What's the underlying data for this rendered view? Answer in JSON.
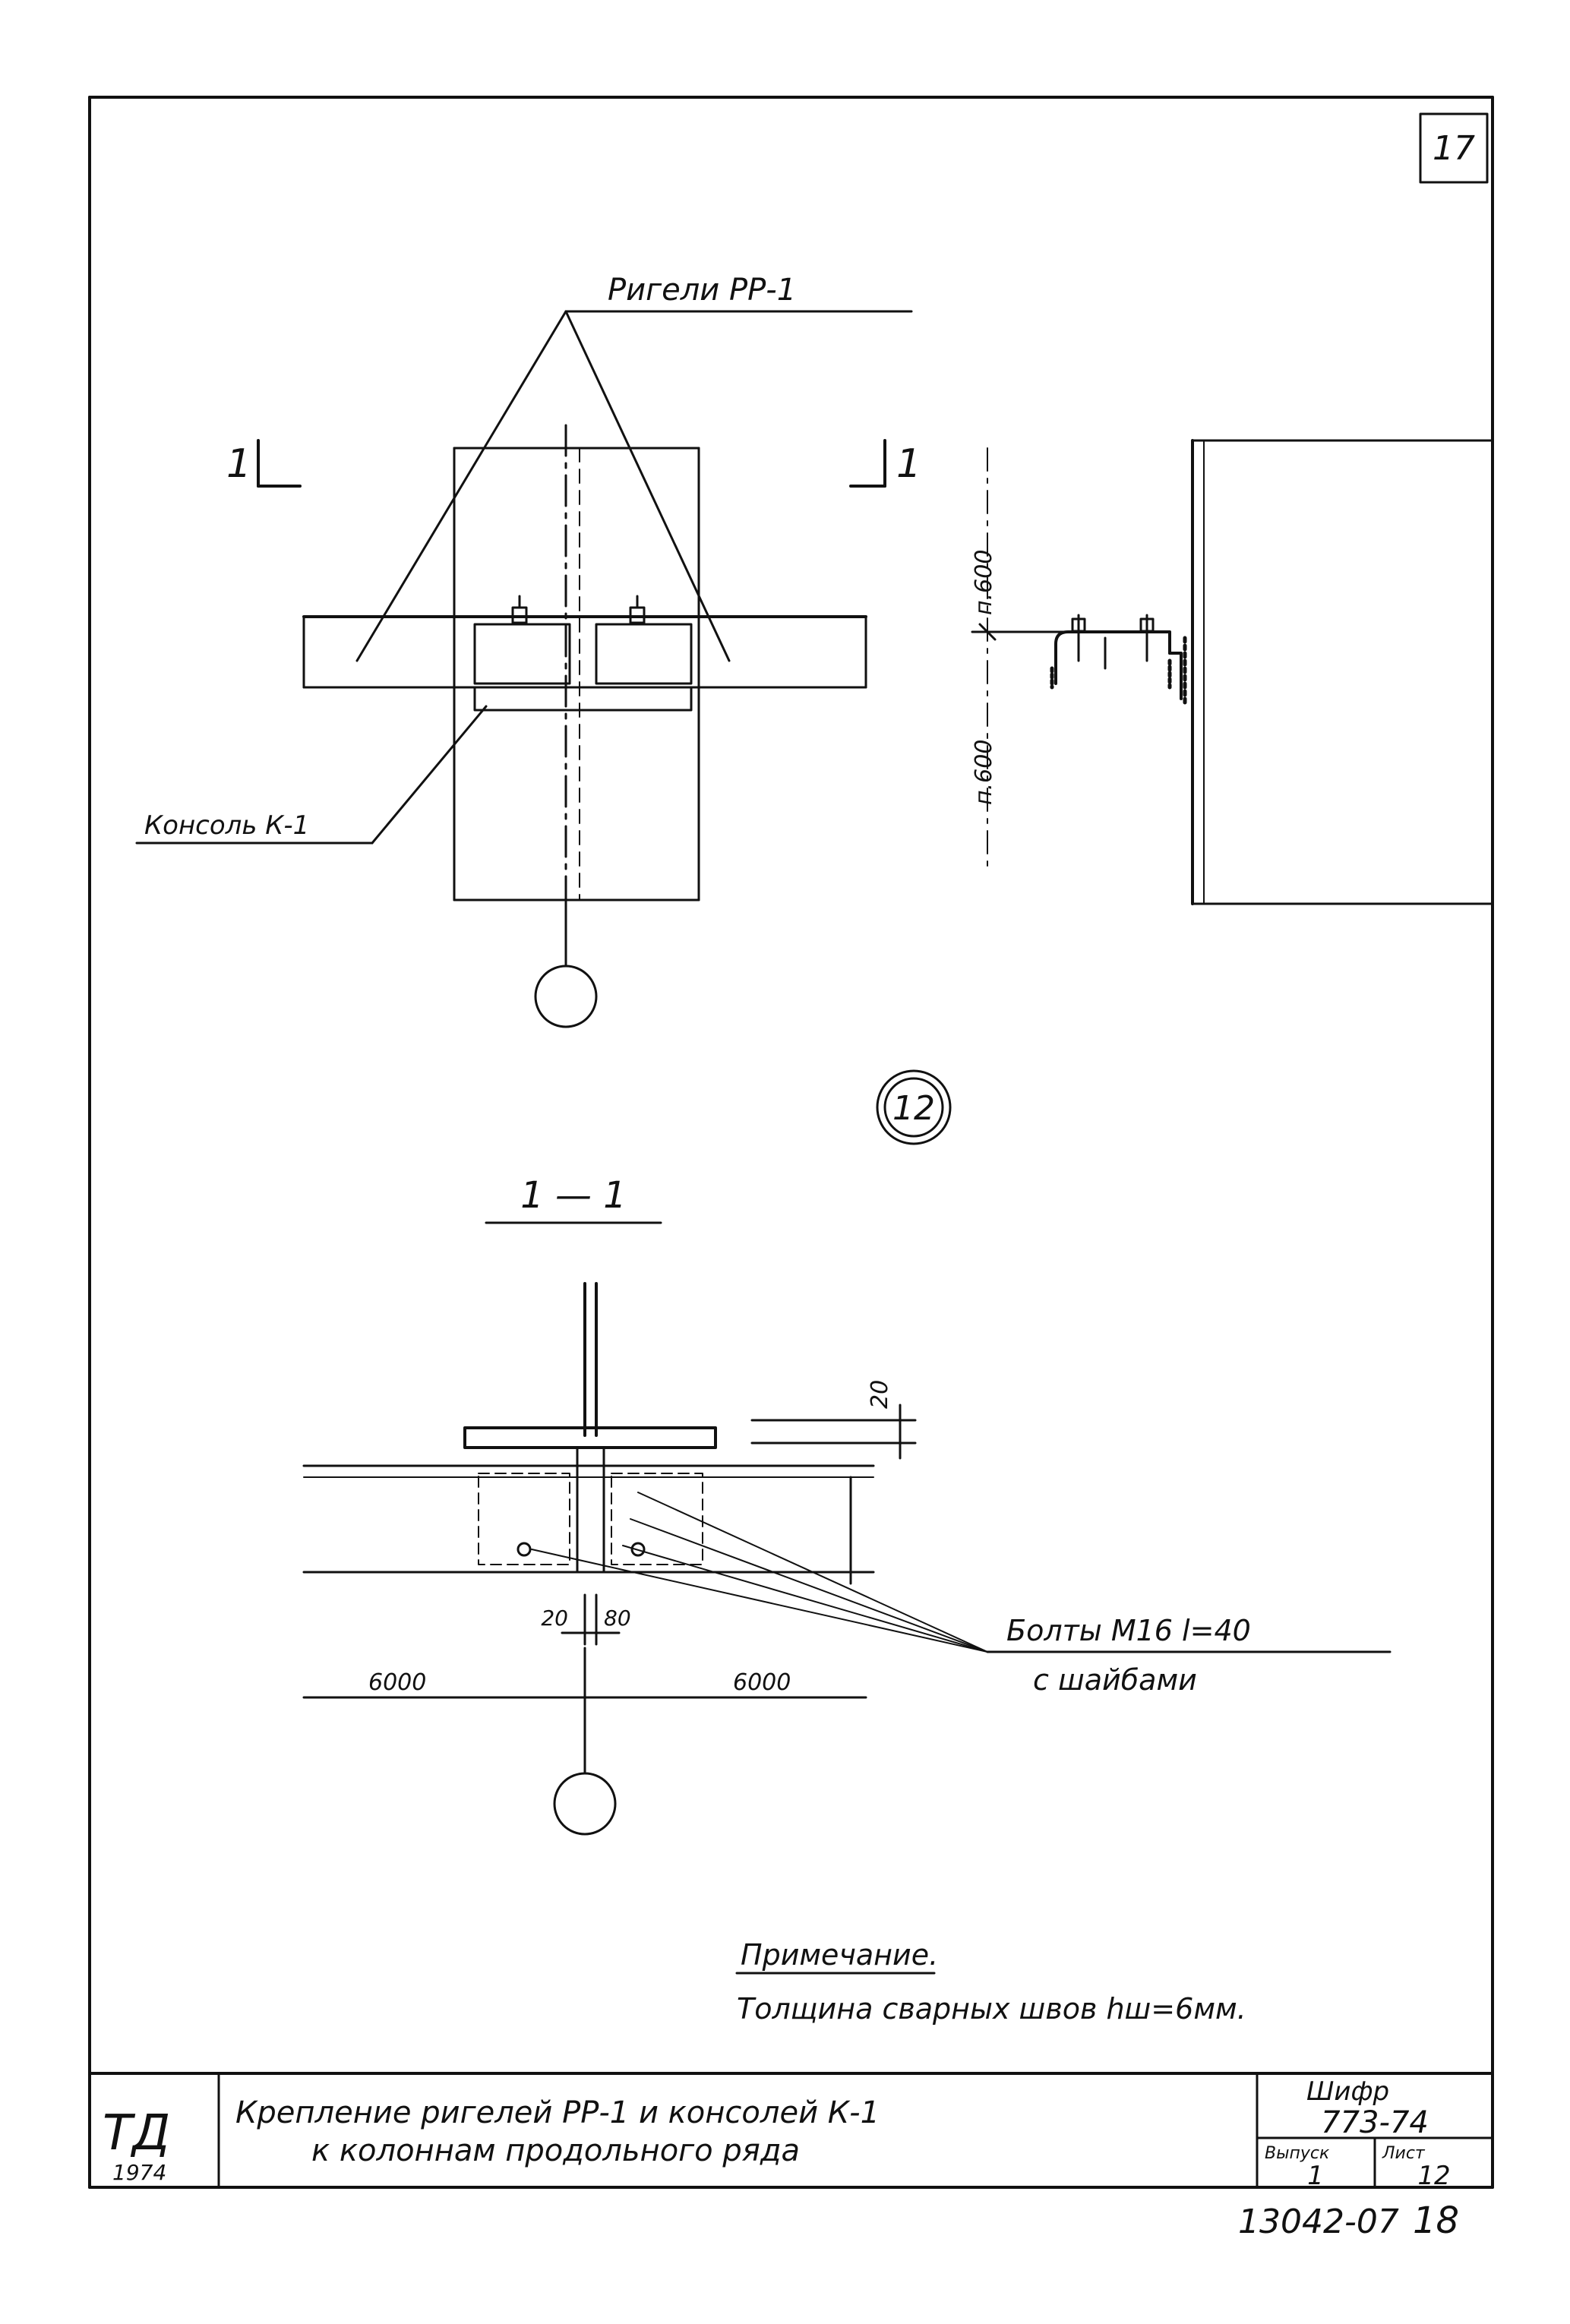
{
  "sheet_number": "17",
  "leaders": {
    "rigeli_label": "Ригели РР-1",
    "konsol_label": "Консоль К-1",
    "bolts_line1": "Болты М16 l=40",
    "bolts_line2": "с шайбами"
  },
  "sections": {
    "cut_mark_left": "1",
    "cut_mark_right": "1",
    "section_title": "1 — 1"
  },
  "node_number": "12",
  "dimensions": {
    "elev_up": "п.600",
    "elev_down": "п.600",
    "gap_small": "20",
    "dim_left": "20",
    "dim_right": "80",
    "span_left": "6000",
    "span_right": "6000"
  },
  "note": {
    "heading": "Примечание.",
    "text": "Толщина сварных швов hш=6мм."
  },
  "title_block": {
    "logo": "ТД",
    "logo_year": "1974",
    "title_line1": "Крепление ригелей РР-1 и консолей К-1",
    "title_line2": "к колоннам продольного ряда",
    "code_label": "Шифр",
    "code_value": "773-74",
    "issue_label": "Выпуск",
    "issue_value": "1",
    "sheet_label": "Лист",
    "sheet_value": "12"
  },
  "footer": {
    "archive_no": "13042-07",
    "page_no": "18"
  }
}
